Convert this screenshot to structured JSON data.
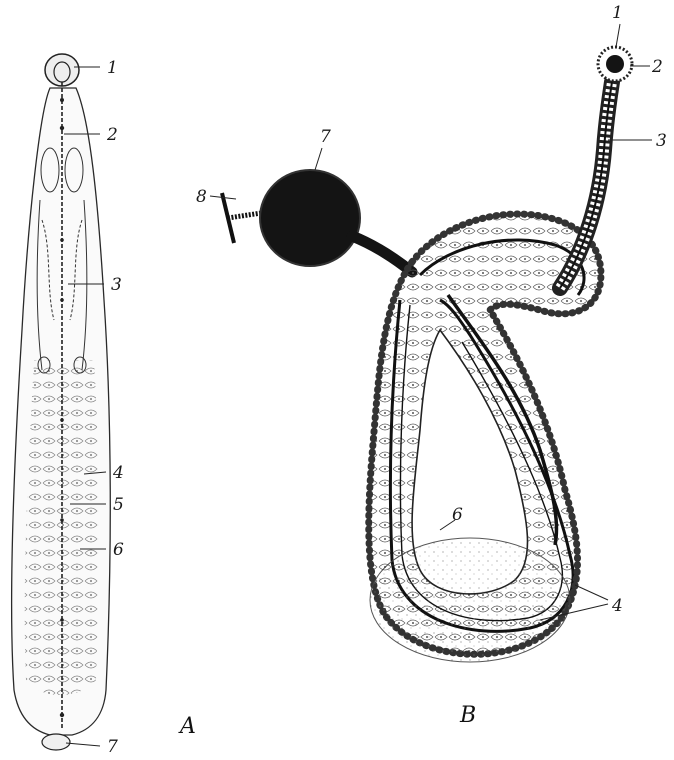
{
  "figure_a": {
    "letter": "A",
    "labels": [
      "1",
      "2",
      "3",
      "4",
      "5",
      "6",
      "7"
    ]
  },
  "figure_b": {
    "letter": "B",
    "labels": [
      "1",
      "2",
      "3",
      "4",
      "6",
      "7",
      "8"
    ]
  },
  "colors": {
    "ink": "#1a1a1a",
    "paper": "#ffffff",
    "mass": "#141414"
  }
}
